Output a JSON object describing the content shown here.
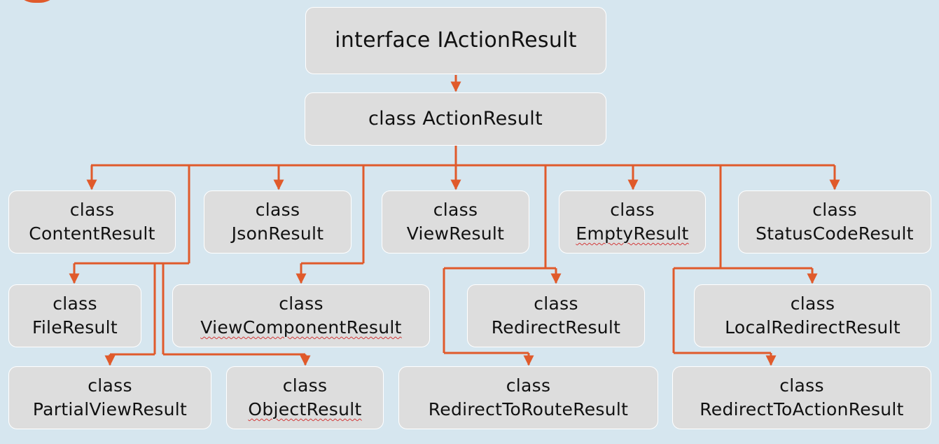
{
  "diagram": {
    "title": "",
    "root": {
      "label": "interface IActionResult"
    },
    "base": {
      "label": "class ActionResult"
    },
    "keyword": "class",
    "results": [
      {
        "id": "content",
        "name": "ContentResult"
      },
      {
        "id": "json",
        "name": "JsonResult"
      },
      {
        "id": "view",
        "name": "ViewResult"
      },
      {
        "id": "empty",
        "name": "EmptyResult",
        "squiggle": true
      },
      {
        "id": "statuscode",
        "name": "StatusCodeResult"
      },
      {
        "id": "file",
        "name": "FileResult"
      },
      {
        "id": "viewcomponent",
        "name": "ViewComponentResult",
        "squiggle": true
      },
      {
        "id": "redirect",
        "name": "RedirectResult"
      },
      {
        "id": "localredirect",
        "name": "LocalRedirectResult"
      },
      {
        "id": "partialview",
        "name": "PartialViewResult"
      },
      {
        "id": "object",
        "name": "ObjectResult",
        "squiggle": true
      },
      {
        "id": "redirecttoroute",
        "name": "RedirectToRouteResult"
      },
      {
        "id": "redirecttoaction",
        "name": "RedirectToActionResult"
      }
    ],
    "colors": {
      "background": "#d6e6ef",
      "node_fill": "#dddddd",
      "connector": "#e05a2b",
      "spellcheck_underline": "#d23a3a"
    }
  }
}
